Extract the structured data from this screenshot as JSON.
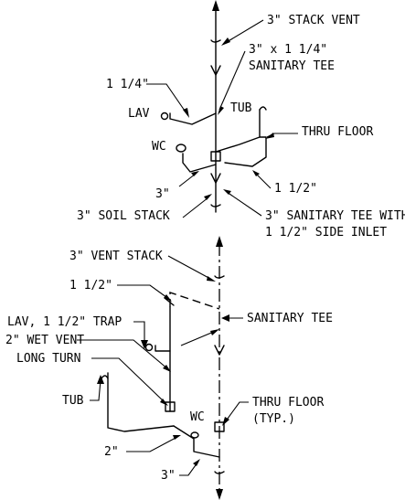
{
  "upper": {
    "labels": {
      "stack_vent": "3\" STACK VENT",
      "sanitary_tee_a": "3\" x 1 1/4\"",
      "sanitary_tee_b": "SANITARY TEE",
      "lav_size": "1 1/4\"",
      "lav": "LAV",
      "tub": "TUB",
      "thru_floor": "THRU FLOOR",
      "wc": "WC",
      "tub_size": "1 1/2\"",
      "wc_size": "3\"",
      "soil_stack": "3\" SOIL STACK",
      "side_inlet_a": "3\" SANITARY TEE WITH",
      "side_inlet_b": "1 1/2\" SIDE INLET"
    }
  },
  "lower": {
    "labels": {
      "vent_stack": "3\" VENT STACK",
      "vent_size": "1 1/2\"",
      "lav_trap": "LAV, 1 1/2\" TRAP",
      "sanitary_tee": "SANITARY TEE",
      "wet_vent": "2\" WET VENT",
      "long_turn": "LONG TURN",
      "tub": "TUB",
      "wc": "WC",
      "thru_floor_a": "THRU FLOOR",
      "thru_floor_b": "(TYP.)",
      "drain_size": "2\"",
      "stack_size": "3\""
    }
  }
}
